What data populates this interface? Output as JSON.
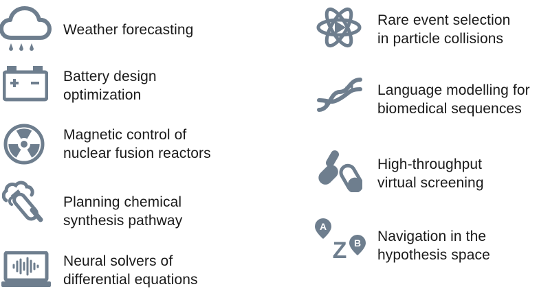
{
  "icon_color": "#6e7e8e",
  "left_items": [
    {
      "icon": "cloud-rain-icon",
      "lines": [
        "Weather forecasting"
      ]
    },
    {
      "icon": "battery-icon",
      "lines": [
        "Battery design",
        "optimization"
      ]
    },
    {
      "icon": "radiation-icon",
      "lines": [
        "Magnetic control of",
        "nuclear fusion reactors"
      ]
    },
    {
      "icon": "test-tube-icon",
      "lines": [
        "Planning chemical",
        "synthesis pathway"
      ]
    },
    {
      "icon": "waveform-laptop-icon",
      "lines": [
        "Neural solvers of",
        "differential equations"
      ]
    }
  ],
  "right_items": [
    {
      "icon": "atom-icon",
      "lines": [
        "Rare event selection",
        "in particle collisions"
      ]
    },
    {
      "icon": "dna-icon",
      "lines": [
        "Language modelling for",
        "biomedical sequences"
      ]
    },
    {
      "icon": "pills-icon",
      "lines": [
        "High-throughput",
        "virtual screening"
      ]
    },
    {
      "icon": "route-a-z-b-icon",
      "lines": [
        "Navigation in the",
        "hypothesis space"
      ]
    }
  ]
}
